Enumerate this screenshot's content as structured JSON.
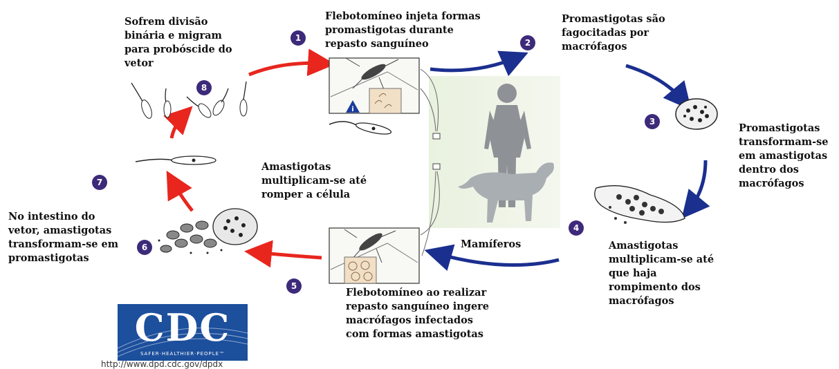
{
  "labels": {
    "step8": [
      "Sofrem divisão",
      "binária e migram",
      "para probóscide do",
      "vetor"
    ],
    "step1": [
      "Flebotomíneo injeta formas",
      "promastigotas durante",
      "repasto sanguíneo"
    ],
    "step2": [
      "Promastigotas são",
      "fagocitadas por",
      "macrófagos"
    ],
    "step3": [
      "Promastigotas",
      "transformam-se",
      "em amastigotas",
      "dentro dos",
      "macrófagos"
    ],
    "step4": [
      "Amastigotas",
      "multiplicam-se até",
      "que haja",
      "rompimento dos",
      "macrófagos"
    ],
    "step5": [
      "Flebotomíneo ao realizar",
      "repasto sanguíneo ingere",
      "macrófagos infectados",
      "com formas amastigotas"
    ],
    "step6": [
      "No intestino do",
      "vetor, amastigotas",
      "transformam-se em",
      "promastigotas"
    ],
    "middle": [
      "Amastigotas",
      "multiplicam-se até",
      "romper  a célula"
    ],
    "host": "Mamíferos"
  },
  "numbers": [
    "1",
    "2",
    "3",
    "4",
    "5",
    "6",
    "7",
    "8"
  ],
  "logo": {
    "text": "CDC",
    "tagline": "SAFER·HEALTHIER·PEOPLE™",
    "url": "http://www.dpd.cdc.gov/dpdx"
  },
  "colors": {
    "red_arrow": "#e8261e",
    "blue_arrow": "#1b2f8f",
    "number_badge": "#3d2a7a",
    "cdc_blue": "#1c4f9c"
  }
}
